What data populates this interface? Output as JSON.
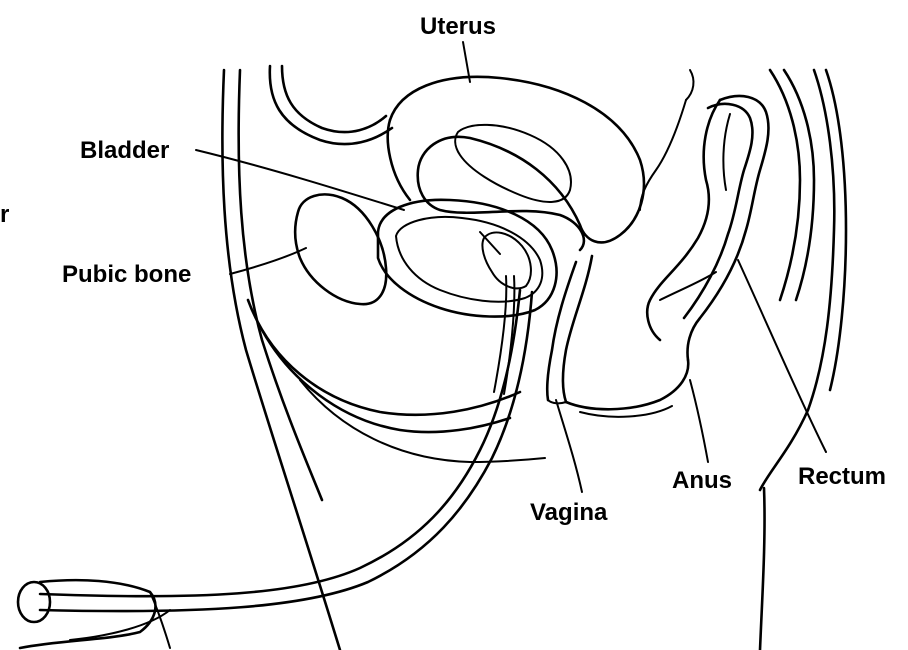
{
  "labels": {
    "uterus": "Uterus",
    "bladder": "Bladder",
    "pubic_bone": "Pubic bone",
    "vagina": "Vagina",
    "anus": "Anus",
    "rectum": "Rectum",
    "edge_fragment": "r"
  },
  "colors": {
    "line": "#000000",
    "background": "#ffffff"
  }
}
